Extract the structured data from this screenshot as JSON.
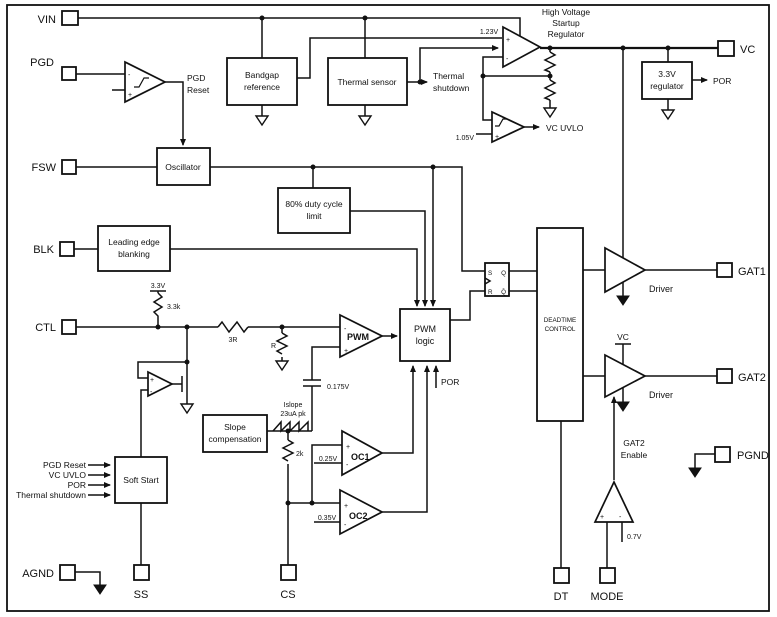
{
  "colors": {
    "ink": "#111111",
    "bg": "#ffffff"
  },
  "labels": {
    "pin_vin": "VIN",
    "pin_pgd": "PGD",
    "pin_fsw": "FSW",
    "pin_blk": "BLK",
    "pin_ctl": "CTL",
    "pin_agnd": "AGND",
    "pin_ss": "SS",
    "pin_cs": "CS",
    "pin_dt": "DT",
    "pin_mode": "MODE",
    "pin_vc": "VC",
    "pin_gat1": "GAT1",
    "pin_gat2": "GAT2",
    "pin_pgnd": "PGND",
    "hv1": "High Voltage",
    "hv2": "Startup",
    "hv3": "Regulator",
    "v123": "1.23V",
    "v105": "1.05V",
    "vc_uvlo": "VC UVLO",
    "thermal1": "Thermal",
    "thermal2": "shutdown",
    "bandgap1": "Bandgap",
    "bandgap2": "reference",
    "thermal_sensor": "Thermal sensor",
    "reg1": "3.3V",
    "reg2": "regulator",
    "por_out": "POR",
    "oscillator": "Oscillator",
    "pgdreset1": "PGD",
    "pgdreset2": "Reset",
    "duty1": "80% duty cycle",
    "duty2": "limit",
    "leb1": "Leading edge",
    "leb2": "blanking",
    "v33": "3.3V",
    "r33k": "3.3k",
    "r3r": "3R",
    "rr": "R",
    "pwm": "PWM",
    "pwmlogic1": "PWM",
    "pwmlogic2": "logic",
    "por_arrow": "POR",
    "v0175": "0.175V",
    "islope1": "Islope",
    "islope2": "23uA pk",
    "slope1": "Slope",
    "slope2": "compensation",
    "r2k": "2k",
    "oc1": "OC1",
    "oc2": "OC2",
    "v025": "0.25V",
    "v035": "0.35V",
    "softstart": "Soft Start",
    "in_pgdreset": "PGD Reset",
    "in_vcuvlo": "VC UVLO",
    "in_por": "POR",
    "in_thermal": "Thermal shutdown",
    "deadtime1": "DEADTIME",
    "deadtime2": "CONTROL",
    "driver": "Driver",
    "vc_supply": "VC",
    "gat2en1": "GAT2",
    "gat2en2": "Enable",
    "v07": "0.7V",
    "ff_s": "S",
    "ff_r": "R",
    "ff_q": "Q",
    "ff_qb": "Q̄",
    "plus": "+",
    "minus": "-"
  }
}
